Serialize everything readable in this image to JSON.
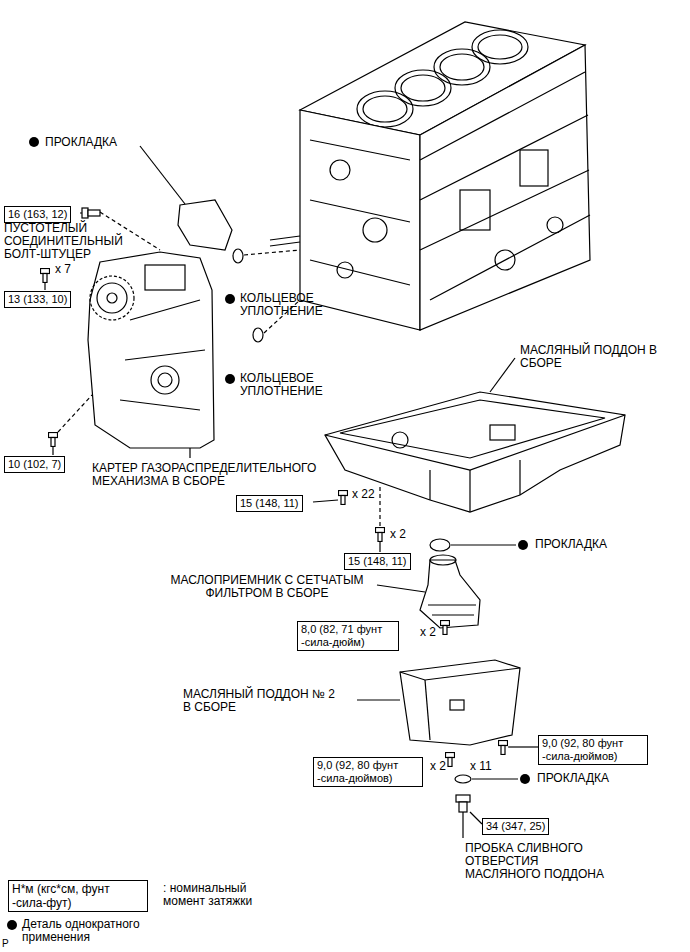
{
  "diagram": {
    "nodes": [
      {
        "text": [
          "16 (163, 12)"
        ]
      },
      {
        "text": [
          "13 (133, 10)"
        ]
      },
      {
        "text": [
          "10 (102, 7)"
        ]
      },
      {
        "text": [
          "15 (148, 11)"
        ]
      },
      {
        "text": [
          "15 (148, 11)"
        ]
      },
      {
        "text": [
          "8,0 (82, 71 фунт -сила-дюйм)"
        ]
      },
      {
        "text": [
          "9,0 (92, 80 фунт -сила-дюймов)"
        ]
      },
      {
        "text": [
          "9,0 (92, 80 фунт -сила-дюймов)"
        ]
      },
      {
        "text": [
          "34 (347, 25)"
        ]
      },
      {
        "text": [
          "Н*м (кгс*см, фунт -сила-фут)"
        ]
      }
    ],
    "labels": [
      "ПРОКЛАДКА",
      "ПУСТОТЕЛЫЙ СОЕДИНИТЕЛЬНЫЙ БОЛТ-ШТУЦЕР",
      "x 7",
      "КОЛЬЦЕВОЕ УПЛОТНЕНИЕ",
      "МАСЛЯНЫЙ ПОДДОН В СБОРЕ",
      "КОЛЬЦЕВОЕ УПЛОТНЕНИЕ",
      "КАРТЕР ГАЗОРАСПРЕДЕЛИТЕЛЬНОГО МЕХАНИЗМА В СБОРЕ",
      "x 22",
      "x 2",
      "ПРОКЛАДКА",
      "МАСЛОПРИЕМНИК С СЕТЧАТЫМ ФИЛЬТРОМ В СБОРЕ",
      "x 2",
      "МАСЛЯНЫЙ ПОДДОН № 2 В СБОРЕ",
      "x 2",
      "x 11",
      "ПРОКЛАДКА",
      "ПРОБКА СЛИВНОГО ОТВЕРСТИЯ МАСЛЯНОГО ПОДДОНА",
      "P"
    ],
    "legend": [
      {
        "text": ": номинальный момент затяжки"
      },
      {
        "text": "Деталь однократного применения"
      }
    ]
  }
}
